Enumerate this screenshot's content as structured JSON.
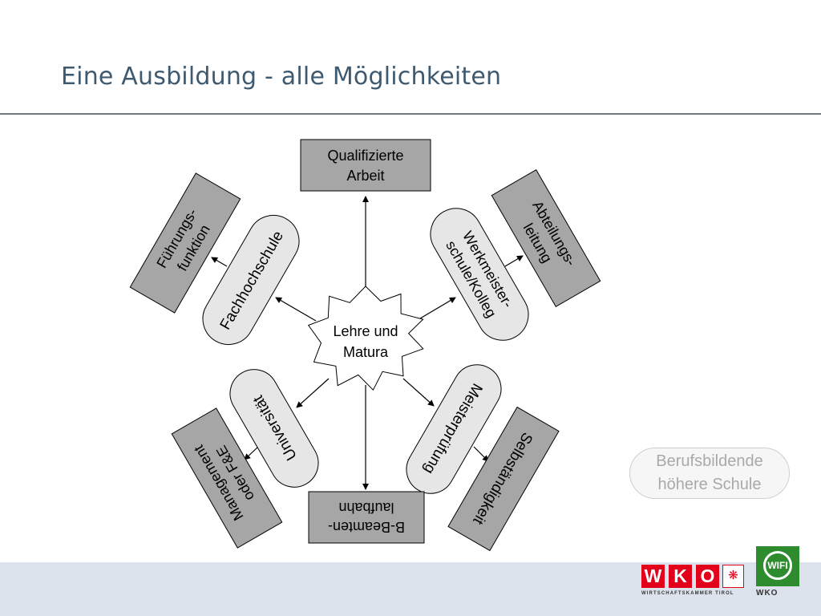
{
  "slide": {
    "title": "Eine Ausbildung - alle Möglichkeiten"
  },
  "diagram": {
    "center": [
      "Lehre und",
      "Matura"
    ],
    "top_box": [
      "Qualifizierte",
      "Arbeit"
    ],
    "bottom_box": [
      "B-Beamten-",
      "laufbahn"
    ],
    "fachhochschule": "Fachhochschule",
    "fuehrungsfunktion": [
      "Führungs-",
      "funktion"
    ],
    "werkmeisterschule": [
      "Werkmeister-",
      "schule/Kolleg"
    ],
    "abteilungsleitung": [
      "Abteilungs-",
      "leitung"
    ],
    "universitaet": "Universität",
    "management": [
      "Management",
      "oder F&E"
    ],
    "meisterpruefung": "Meisterprüfung",
    "selbststaendigkeit": "Selbständigkeit",
    "berufsbildende": [
      "Berufsbildende",
      "höhere Schule"
    ]
  },
  "footer": {
    "wko_letters": [
      "W",
      "K",
      "O"
    ],
    "wko_subtitle": "WIRTSCHAFTSKAMMER TIROL",
    "wifi_mark": "WIFI",
    "wifi_sub": "WKO"
  },
  "colors": {
    "title": "#3e5a70",
    "box_fill": "#a6a6a6",
    "pill_fill": "#e6e6e6",
    "brand_red": "#e2001a",
    "wifi_green": "#2e8b2e",
    "footer_band": "#dde3ec"
  }
}
